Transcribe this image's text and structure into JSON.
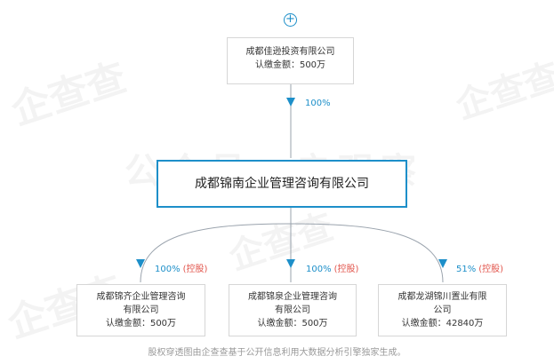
{
  "expand_symbol": "+",
  "top_node": {
    "name": "成都佳逊投资有限公司",
    "amount": "认缴金额：500万",
    "percent": "100%"
  },
  "center_node": {
    "name": "成都锦南企业管理咨询有限公司"
  },
  "subsidiaries": [
    {
      "name_line1": "成都锦齐企业管理咨询",
      "name_line2": "有限公司",
      "amount": "认缴金额：500万",
      "percent": "100%",
      "tag": "(控股)"
    },
    {
      "name_line1": "成都锦泉企业管理咨询",
      "name_line2": "有限公司",
      "amount": "认缴金额：500万",
      "percent": "100%",
      "tag": "(控股)"
    },
    {
      "name_line1": "成都龙湖锦川置业有限",
      "name_line2": "公司",
      "amount": "认缴金额：42840万",
      "percent": "51%",
      "tag": "(控股)"
    }
  ],
  "footer": "股权穿透图由企查查基于公开信息利用大数据分析引擎独家生成。",
  "watermarks": [
    "企查查",
    "公众号：启观察",
    "企查查",
    "企查查",
    "企查查"
  ],
  "colors": {
    "accent": "#1d8fc9",
    "control_tag": "#e2554c",
    "line": "#9aa3ad"
  }
}
